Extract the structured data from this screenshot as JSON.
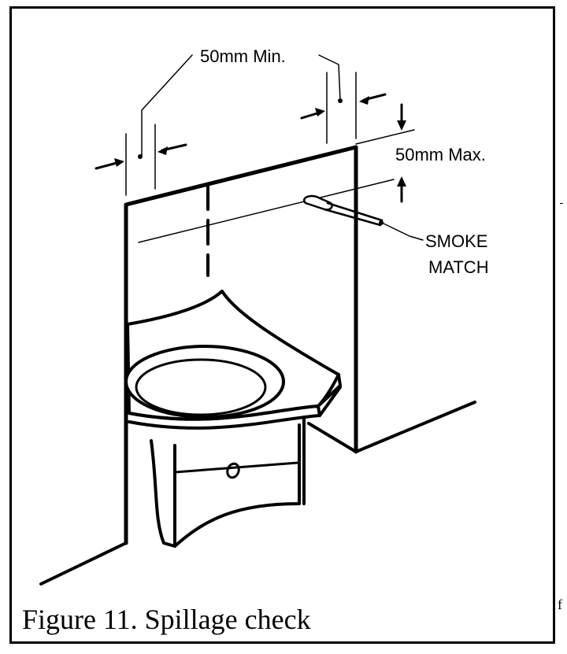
{
  "figure": {
    "caption": "Figure 11. Spillage check",
    "labels": {
      "min_gap": "50mm Min.",
      "max_gap": "50mm Max.",
      "smoke_line1": "SMOKE",
      "smoke_line2": "MATCH"
    }
  },
  "margin_marks": {
    "mark1": "f"
  }
}
